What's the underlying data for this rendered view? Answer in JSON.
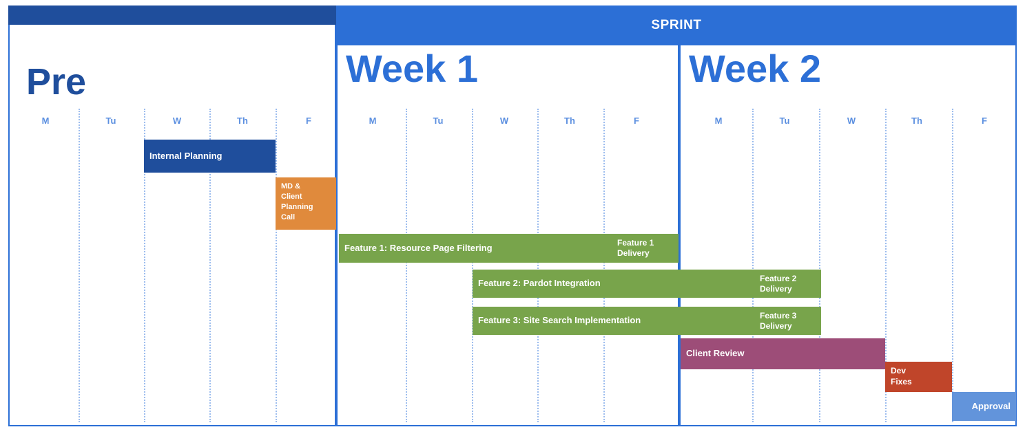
{
  "chart_data": {
    "type": "gantt",
    "title": "SPRINT",
    "sections": [
      {
        "id": "pre",
        "label": "Pre",
        "days": [
          "M",
          "Tu",
          "W",
          "Th",
          "F"
        ]
      },
      {
        "id": "week1",
        "label": "Week 1",
        "days": [
          "M",
          "Tu",
          "W",
          "Th",
          "F"
        ]
      },
      {
        "id": "week2",
        "label": "Week 2",
        "days": [
          "M",
          "Tu",
          "W",
          "Th",
          "F"
        ]
      }
    ],
    "tasks": [
      {
        "id": "internal-planning",
        "label": "Internal Planning",
        "color": "#1F4E9C",
        "start": "pre.W",
        "end": "pre.Th",
        "row": 1
      },
      {
        "id": "md-client-call",
        "label": "MD & Client Planning Call",
        "color": "#E08A3C",
        "start": "pre.F",
        "end": "pre.F",
        "row": 2
      },
      {
        "id": "feature-1",
        "label": "Feature 1: Resource Page Filtering",
        "color": "#78A44B",
        "start": "week1.M",
        "end": "week1.Th",
        "row": 3
      },
      {
        "id": "feature-1-delivery",
        "label": "Feature 1 Delivery",
        "color": "#78A44B",
        "start": "week1.F",
        "end": "week1.F",
        "row": 3
      },
      {
        "id": "feature-2",
        "label": "Feature 2: Pardot Integration",
        "color": "#78A44B",
        "start": "week1.W",
        "end": "week2.M",
        "row": 4
      },
      {
        "id": "feature-2-delivery",
        "label": "Feature 2 Delivery",
        "color": "#78A44B",
        "start": "week2.Tu",
        "end": "week2.Tu",
        "row": 4
      },
      {
        "id": "feature-3",
        "label": "Feature 3: Site Search Implementation",
        "color": "#78A44B",
        "start": "week1.W",
        "end": "week2.M",
        "row": 5
      },
      {
        "id": "feature-3-delivery",
        "label": "Feature 3 Delivery",
        "color": "#78A44B",
        "start": "week2.Tu",
        "end": "week2.Tu",
        "row": 5
      },
      {
        "id": "client-review",
        "label": "Client Review",
        "color": "#9D4D78",
        "start": "week2.M",
        "end": "week2.W",
        "row": 6
      },
      {
        "id": "dev-fixes",
        "label": "Dev Fixes",
        "color": "#C0452A",
        "start": "week2.Th",
        "end": "week2.Th",
        "row": 7
      },
      {
        "id": "approval",
        "label": "Approval",
        "color": "#6294DB",
        "start": "week2.F",
        "end": "week2.F",
        "row": 8
      }
    ],
    "colors": {
      "brand_blue": "#2C6FD6",
      "deep_blue": "#1F4E9C",
      "day_label": "#5B8FE0",
      "gridline": "#9DBDEE",
      "planning": "#1F4E9C",
      "call": "#E08A3C",
      "feature": "#78A44B",
      "review": "#9D4D78",
      "fixes": "#C0452A",
      "approval": "#6294DB"
    }
  },
  "header": {
    "sprint_label": "SPRINT"
  },
  "sections": {
    "pre": {
      "title": "Pre"
    },
    "week1": {
      "title": "Week 1"
    },
    "week2": {
      "title": "Week 2"
    }
  },
  "days": {
    "pre": [
      "M",
      "Tu",
      "W",
      "Th",
      "F"
    ],
    "week1": [
      "M",
      "Tu",
      "W",
      "Th",
      "F"
    ],
    "week2": [
      "M",
      "Tu",
      "W",
      "Th",
      "F"
    ]
  },
  "bars": {
    "internal_planning": "Internal Planning",
    "md_client_call": "MD & Client Planning Call",
    "md_client_call_lines": [
      "MD &",
      "Client",
      "Planning",
      "Call"
    ],
    "feature_1": "Feature 1: Resource Page Filtering",
    "feature_1_delivery_lines": [
      "Feature 1",
      "Delivery"
    ],
    "feature_2": "Feature 2: Pardot Integration",
    "feature_2_delivery_lines": [
      "Feature 2",
      "Delivery"
    ],
    "feature_3": "Feature 3: Site Search Implementation",
    "feature_3_delivery_lines": [
      "Feature 3",
      "Delivery"
    ],
    "client_review": "Client Review",
    "dev_fixes_lines": [
      "Dev",
      "Fixes"
    ],
    "approval": "Approval"
  }
}
